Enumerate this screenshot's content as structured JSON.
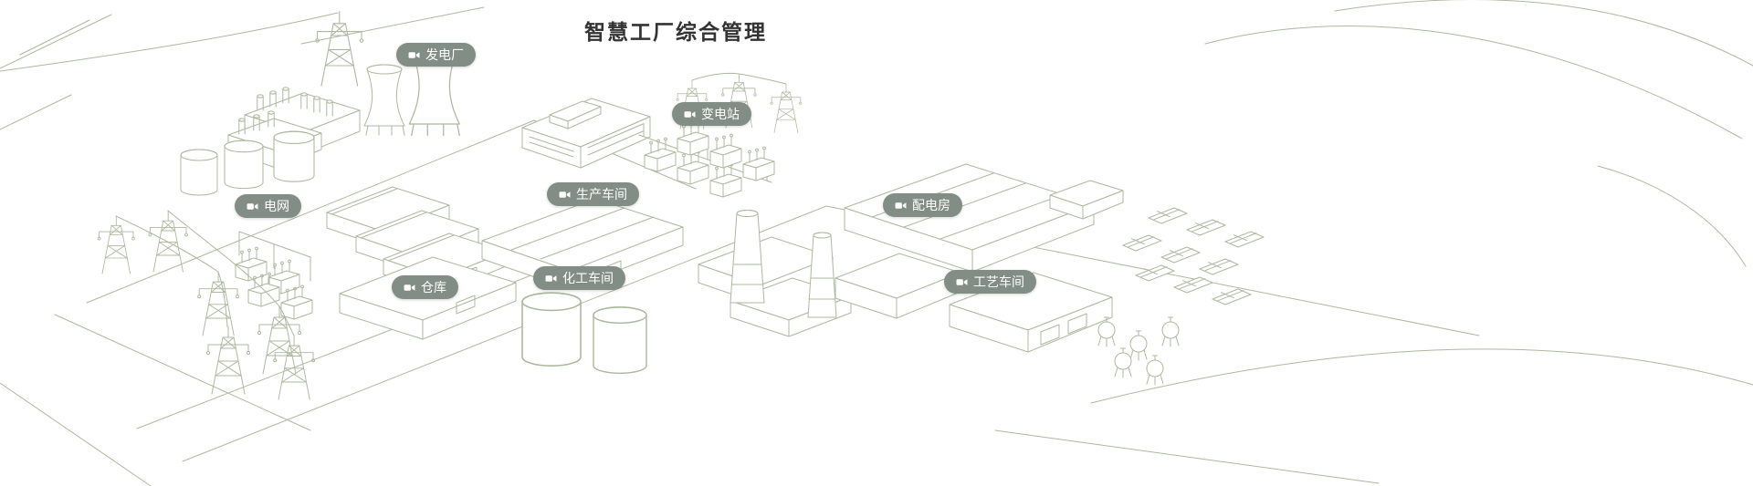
{
  "title": "智慧工厂综合管理",
  "markers": [
    {
      "id": "power-plant",
      "label": "发电厂",
      "icon": "video-camera-icon"
    },
    {
      "id": "substation",
      "label": "变电站",
      "icon": "video-camera-icon"
    },
    {
      "id": "power-grid",
      "label": "电网",
      "icon": "video-camera-icon"
    },
    {
      "id": "production-workshop",
      "label": "生产车间",
      "icon": "video-camera-icon"
    },
    {
      "id": "distribution-room",
      "label": "配电房",
      "icon": "video-camera-icon"
    },
    {
      "id": "warehouse",
      "label": "仓库",
      "icon": "video-camera-icon"
    },
    {
      "id": "chemical-workshop",
      "label": "化工车间",
      "icon": "video-camera-icon"
    },
    {
      "id": "process-workshop",
      "label": "工艺车间",
      "icon": "video-camera-icon"
    }
  ],
  "colors": {
    "marker_background": "#828d85",
    "marker_text": "#ffffff",
    "illustration_line": "#aeb89f",
    "title_text": "#333333",
    "background": "#ffffff"
  }
}
